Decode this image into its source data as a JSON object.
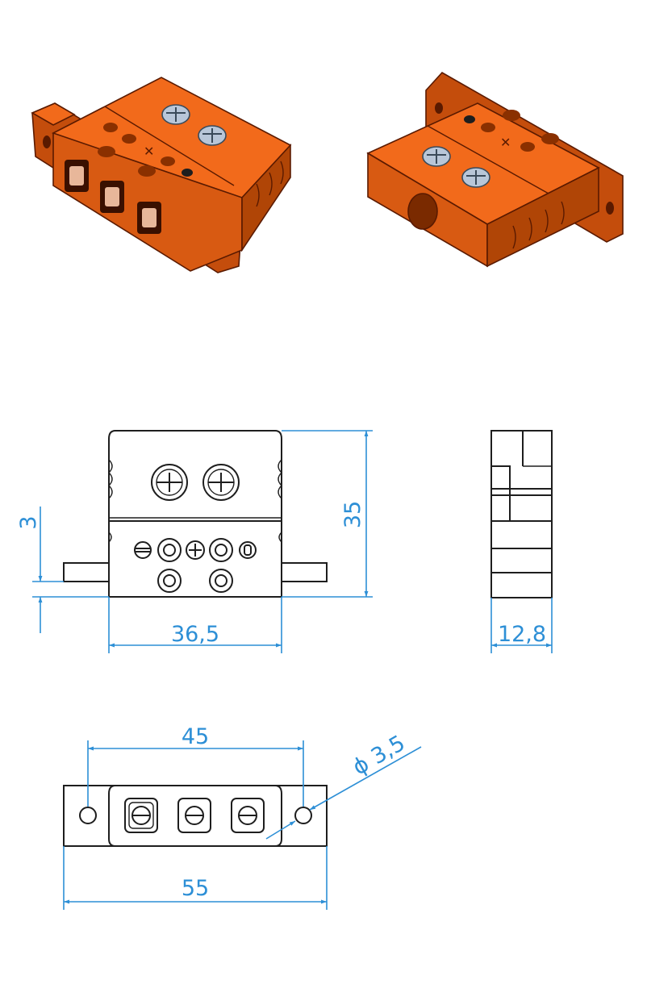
{
  "dimensions": {
    "flange_thickness": "3",
    "height": "35",
    "body_width": "36,5",
    "depth": "12,8",
    "hole_spacing": "45",
    "hole_diameter": "ϕ 3,5",
    "overall_length": "55"
  },
  "colors": {
    "dimension": "#2d8fd6",
    "body_orange": "#f26a1b",
    "body_shadow": "#c44d0c",
    "body_dark": "#8a3000",
    "screw": "#b8c6d8",
    "contact": "#e8b79a",
    "outline": "#1e1e1e"
  }
}
